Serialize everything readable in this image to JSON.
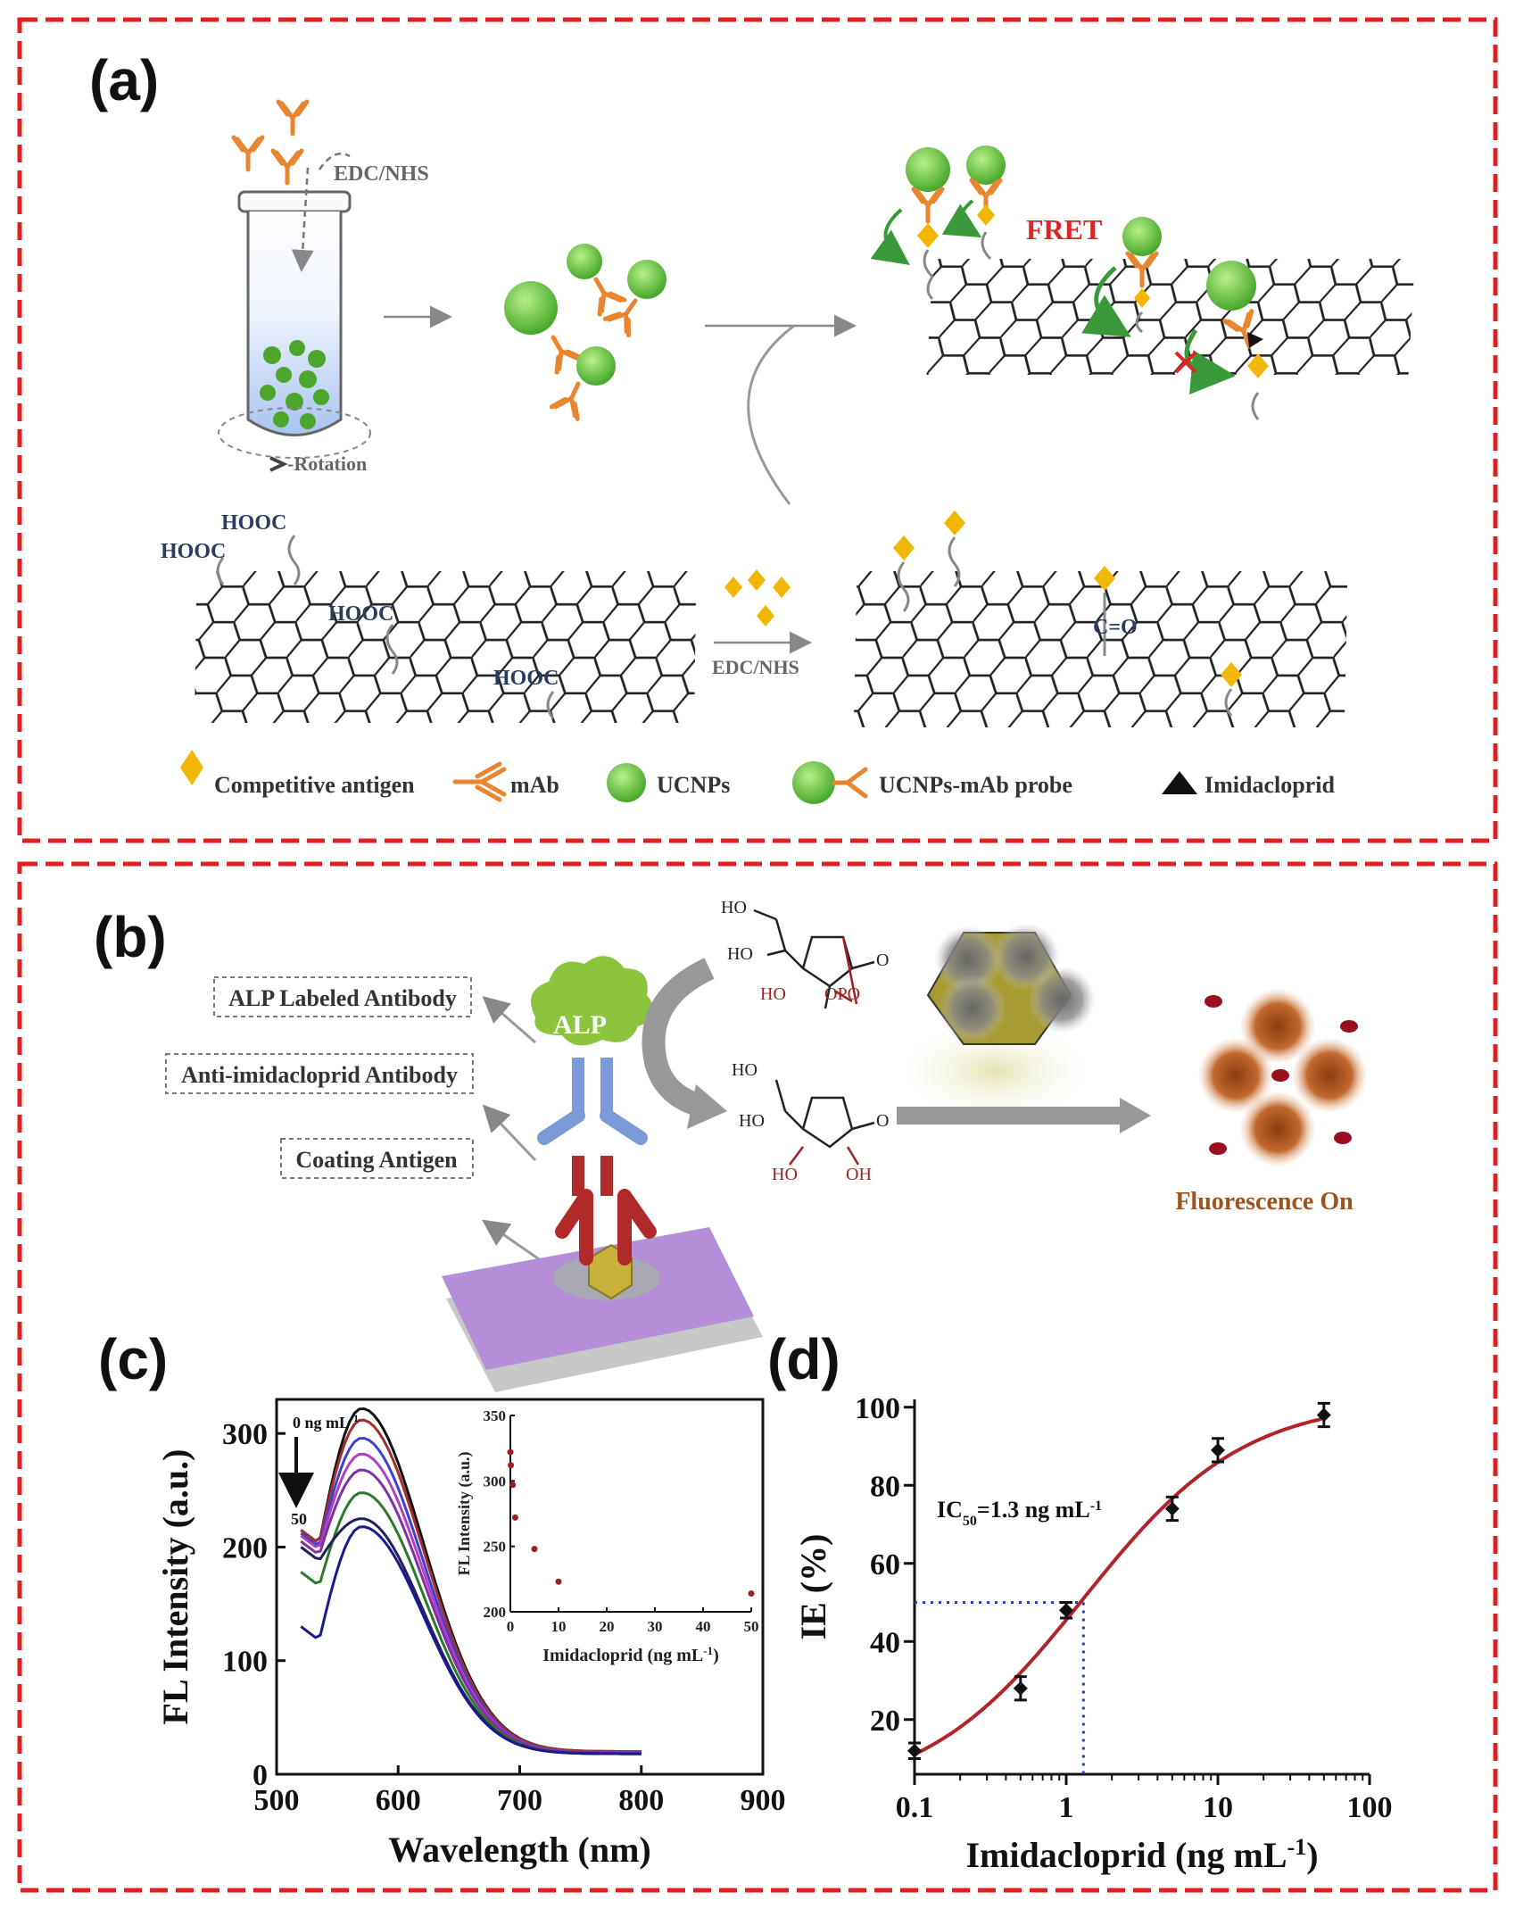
{
  "colors": {
    "frame_red": "#e02020",
    "ucnp_green": "#5cc13a",
    "antibody_orange": "#e8852e",
    "antigen_yellow": "#f2b705",
    "fret_red": "#e02424",
    "navy": "#2a3c60",
    "curve_red": "#b0252a",
    "dotted_blue": "#2040d0",
    "fluor_brown": "#a0521d"
  },
  "panel_a": {
    "letter": "(a)",
    "edc_nhs_top": "EDC/NHS",
    "rotation": "-Rotation",
    "fret": "FRET",
    "hooc_1": "HOOC",
    "hooc_2": "HOOC",
    "hooc_3": "HOOC",
    "hooc_4": "HOOC",
    "edc_nhs_bottom": "EDC/NHS",
    "carbonyl": "C=O",
    "legend": {
      "antigen": "Competitive antigen",
      "mab": "mAb",
      "ucnps": "UCNPs",
      "probe": "UCNPs-mAb probe",
      "imidacloprid": "Imidacloprid"
    }
  },
  "panel_b": {
    "letter": "(b)",
    "alp_labeled": "ALP Labeled Antibody",
    "anti_imidacloprid": "Anti-imidacloprid Antibody",
    "coating_antigen": "Coating Antigen",
    "alp": "ALP",
    "fluorescence_on": "Fluorescence On",
    "chem_top": {
      "ho1": "HO",
      "ho2": "HO",
      "ho3": "HO",
      "opo3": "OPO",
      "o": "O"
    },
    "chem_bottom": {
      "ho1": "HO",
      "ho2": "HO",
      "ho3": "HO",
      "oh": "OH",
      "o": "O"
    }
  },
  "chart_data": [
    {
      "panel": "(c)",
      "type": "line",
      "xlabel": "Wavelength (nm)",
      "ylabel": "FL Intensity (a.u.)",
      "xlim": [
        500,
        900
      ],
      "ylim": [
        0,
        330
      ],
      "xticks": [
        500,
        600,
        700,
        800,
        900
      ],
      "yticks": [
        0,
        100,
        200,
        300
      ],
      "annotation_top": "0 ng mL",
      "annotation_top_sup": "-1",
      "annotation_bottom": "50",
      "series": [
        {
          "color": "#111111",
          "start": 215,
          "peak": 322,
          "end": 20
        },
        {
          "color": "#a03030",
          "start": 215,
          "peak": 312,
          "end": 20
        },
        {
          "color": "#4040d0",
          "start": 212,
          "peak": 296,
          "end": 19
        },
        {
          "color": "#b040c0",
          "start": 210,
          "peak": 282,
          "end": 19
        },
        {
          "color": "#8030a0",
          "start": 205,
          "peak": 268,
          "end": 19
        },
        {
          "color": "#2a7a2a",
          "start": 178,
          "peak": 248,
          "end": 18
        },
        {
          "color": "#202060",
          "start": 200,
          "peak": 225,
          "end": 18
        },
        {
          "color": "#1a1a8a",
          "start": 130,
          "peak": 218,
          "end": 18
        }
      ],
      "inset": {
        "type": "scatter",
        "xlabel": "Imidacloprid (ng mL",
        "xlabel_sup": "-1",
        "xlabel_end": ")",
        "ylabel": "FL Intensity (a.u.)",
        "xlim": [
          0,
          50
        ],
        "ylim": [
          200,
          350
        ],
        "xticks": [
          0,
          10,
          20,
          30,
          40,
          50
        ],
        "yticks": [
          200,
          250,
          300,
          350
        ],
        "points": [
          {
            "x": 0,
            "y": 322
          },
          {
            "x": 0.1,
            "y": 312
          },
          {
            "x": 0.5,
            "y": 297
          },
          {
            "x": 1,
            "y": 272
          },
          {
            "x": 5,
            "y": 248
          },
          {
            "x": 10,
            "y": 223
          },
          {
            "x": 50,
            "y": 214
          }
        ]
      }
    },
    {
      "panel": "(d)",
      "type": "scatter",
      "xlabel": "Imidacloprid (ng mL",
      "xlabel_sup": "-1",
      "xlabel_end": ")",
      "ylabel": "IE (%)",
      "xscale": "log",
      "xlim": [
        0.1,
        100
      ],
      "ylim": [
        6,
        102
      ],
      "xticks": [
        0.1,
        1,
        10,
        100
      ],
      "xtick_labels": [
        "0.1",
        "1",
        "10",
        "100"
      ],
      "yticks": [
        20,
        40,
        60,
        80,
        100
      ],
      "ic50_label": "IC",
      "ic50_sub": "50",
      "ic50_value": "=1.3 ng mL",
      "ic50_sup": "-1",
      "ic50": 1.3,
      "points": [
        {
          "x": 0.1,
          "y": 12,
          "err": 2
        },
        {
          "x": 0.5,
          "y": 28,
          "err": 3
        },
        {
          "x": 1,
          "y": 48,
          "err": 2
        },
        {
          "x": 5,
          "y": 74,
          "err": 3
        },
        {
          "x": 10,
          "y": 89,
          "err": 3
        },
        {
          "x": 50,
          "y": 98,
          "err": 3
        }
      ],
      "fit": {
        "top": 102,
        "bottom": 0,
        "ic50": 1.3,
        "hill": 0.82
      }
    }
  ]
}
